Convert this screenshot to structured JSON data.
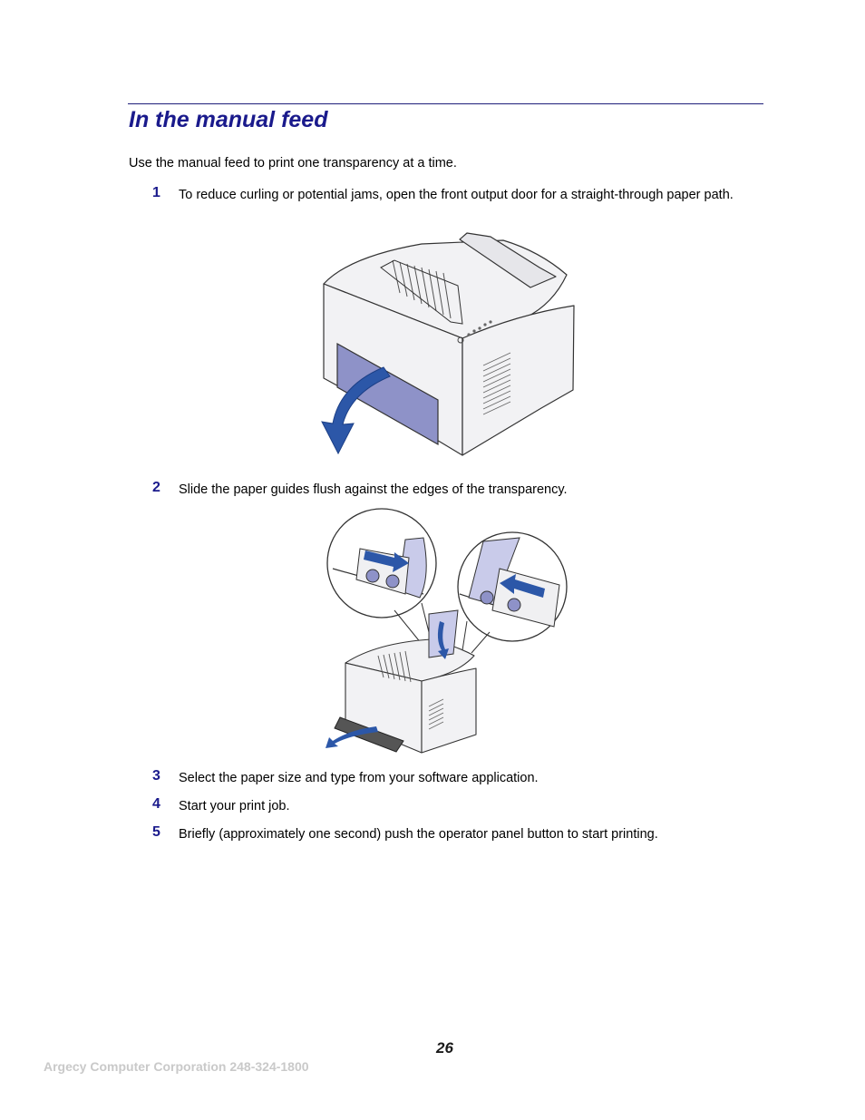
{
  "section": {
    "title": "In the manual feed"
  },
  "intro": "Use the manual feed to print one transparency at a time.",
  "steps": [
    {
      "num": "1",
      "text": "To reduce curling or potential jams, open the front output door for a straight-through paper path."
    },
    {
      "num": "2",
      "text": "Slide the paper guides flush against the edges of the transparency."
    },
    {
      "num": "3",
      "text": "Select the paper size and type from your software application."
    },
    {
      "num": "4",
      "text": "Start your print job."
    },
    {
      "num": "5",
      "text": "Briefly (approximately one second) push the operator panel button to start printing."
    }
  ],
  "figures": [
    {
      "name": "printer-front-output-door-open"
    },
    {
      "name": "paper-guides-flush-against-transparency"
    }
  ],
  "page_number": "26",
  "footer": "Argecy Computer Corporation 248-324-1800",
  "colors": {
    "heading": "#1a1a8c",
    "arrow": "#2c57a8",
    "door": "#8e92c8",
    "transparency": "#c9cbea"
  }
}
